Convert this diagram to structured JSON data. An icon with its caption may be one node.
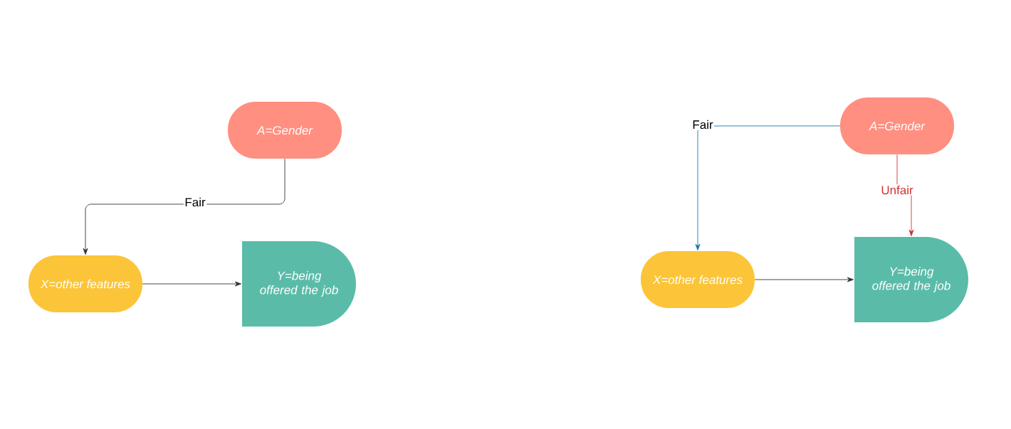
{
  "diagram": {
    "nodes": [
      {
        "text": [
          "A=Gender"
        ]
      },
      {
        "text": [
          "X=other features"
        ]
      },
      {
        "text": [
          "Y=being offered the job"
        ]
      },
      {
        "text": [
          "A=Gender"
        ]
      },
      {
        "text": [
          "X=other features"
        ]
      },
      {
        "text": [
          "Y=being offered the job"
        ]
      }
    ],
    "edges": [
      {
        "from": 0,
        "to": 1,
        "arrow": "to",
        "label": "Fair"
      },
      {
        "from": 1,
        "to": 2,
        "arrow": "to"
      },
      {
        "from": 3,
        "to": 4,
        "arrow": "to",
        "label": "Fair",
        "color": "#1b75ad"
      },
      {
        "from": 3,
        "to": 5,
        "arrow": "to",
        "label": "Unfair",
        "color": "#d0312d"
      },
      {
        "from": 4,
        "to": 5,
        "arrow": "to"
      }
    ]
  }
}
